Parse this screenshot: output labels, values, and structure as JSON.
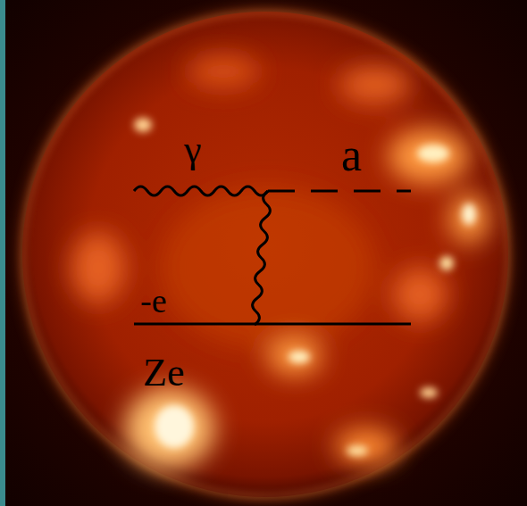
{
  "diagram": {
    "labels": [
      "γ",
      "a",
      "-e",
      "Ze"
    ]
  }
}
